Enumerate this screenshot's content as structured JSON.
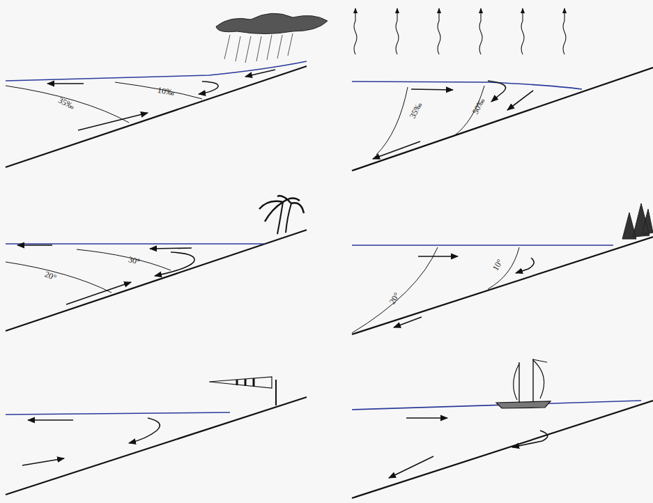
{
  "diagram": {
    "labels": [
      "35‰",
      "10‰",
      "35‰",
      "50‰",
      "30°",
      "20°",
      "20°",
      "10°"
    ]
  }
}
